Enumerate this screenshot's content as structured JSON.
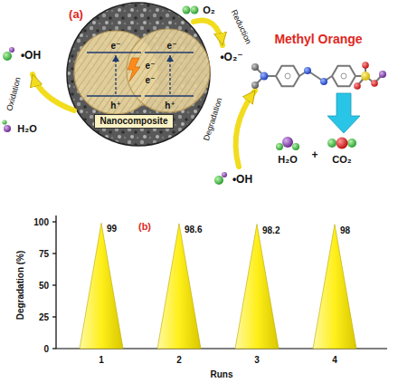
{
  "diagram": {
    "nodes": [
      {
        "text": [
          "Nanocomposite"
        ]
      }
    ],
    "labels": [
      "(a)",
      "O₂",
      "Reduction",
      "•O₂⁻",
      "Methyl Orange",
      "•OH",
      "Oxidation",
      "H₂O",
      "e⁻",
      "e⁻",
      "e⁻",
      "e⁻",
      "h⁺",
      "h⁺",
      "Degradation",
      "•OH",
      "H₂O",
      "+",
      "CO₂",
      "(b)",
      "99",
      "98.6",
      "98.2",
      "98",
      "Degradation (%)",
      "100",
      "75",
      "50",
      "25",
      "0",
      "1",
      "2",
      "3",
      "4",
      "Runs"
    ]
  }
}
